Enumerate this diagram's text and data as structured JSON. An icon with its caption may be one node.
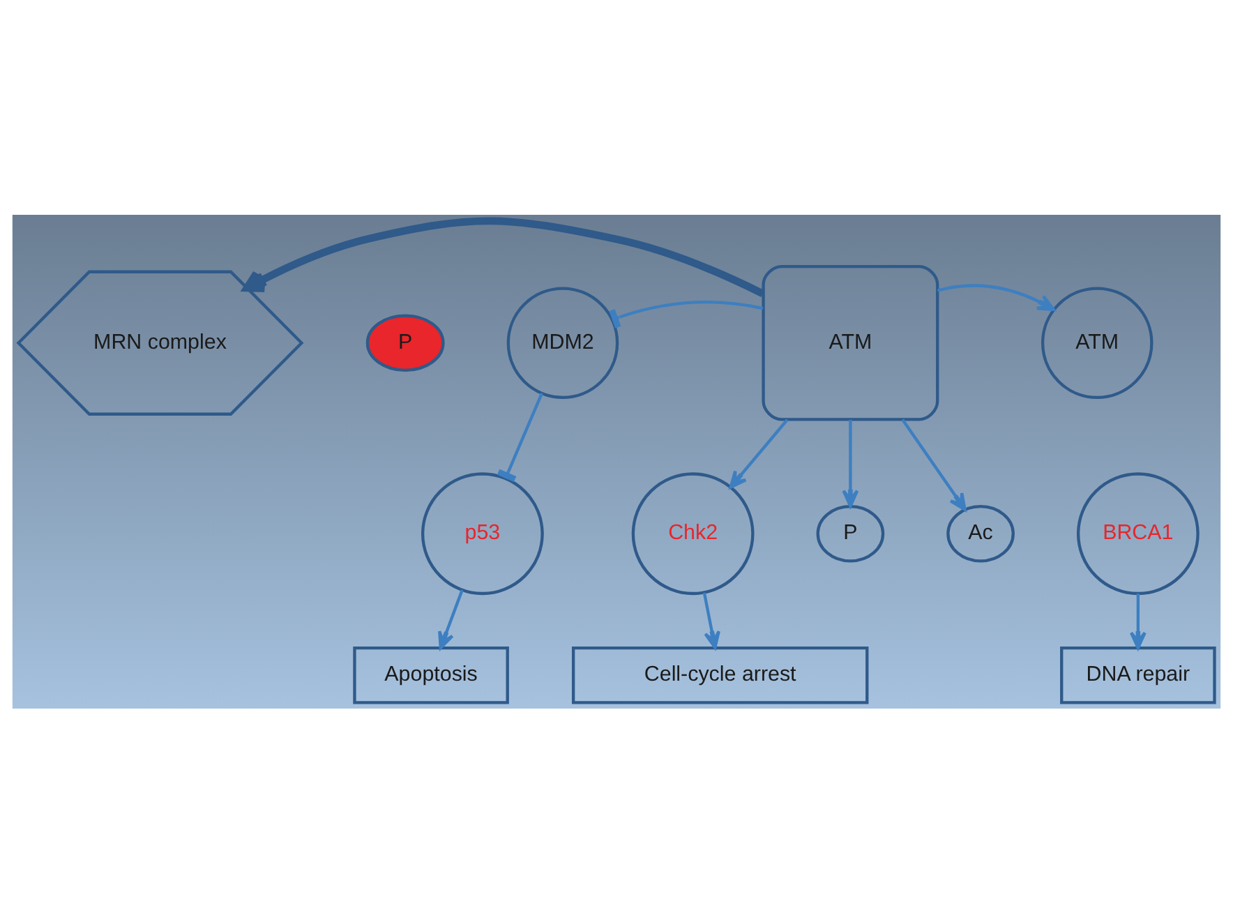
{
  "diagram": {
    "nodes": [
      {
        "text": [
          "MRN complex"
        ]
      },
      {
        "text": [
          "ATM"
        ]
      },
      {
        "text": [
          "P"
        ]
      },
      {
        "text": [
          "MDM2"
        ]
      },
      {
        "text": [
          "p53"
        ]
      },
      {
        "text": [
          "Apoptosis"
        ]
      },
      {
        "text": [
          "P"
        ]
      },
      {
        "text": [
          "Ac"
        ]
      },
      {
        "text": [
          "Chk2"
        ]
      },
      {
        "text": [
          "Cell-cycle arrest"
        ]
      },
      {
        "text": [
          "ATM"
        ]
      },
      {
        "text": [
          "BRCA1"
        ]
      },
      {
        "text": [
          "DNA repair"
        ]
      }
    ],
    "edges": [
      {
        "from": 1,
        "to": 0,
        "arrow": "to",
        "style": "thick",
        "color": "#2f5a8a"
      },
      {
        "from": 1,
        "to": 3,
        "arrow": "other"
      },
      {
        "from": 1,
        "to": 10,
        "arrow": "to"
      },
      {
        "from": 1,
        "to": 6,
        "arrow": "to"
      },
      {
        "from": 1,
        "to": 8,
        "arrow": "to"
      },
      {
        "from": 1,
        "to": 7,
        "arrow": "to"
      },
      {
        "from": 3,
        "to": 4,
        "arrow": "other"
      },
      {
        "from": 4,
        "to": 5,
        "arrow": "to"
      },
      {
        "from": 8,
        "to": 9,
        "arrow": "to"
      },
      {
        "from": 11,
        "to": 12,
        "arrow": "to"
      }
    ]
  }
}
